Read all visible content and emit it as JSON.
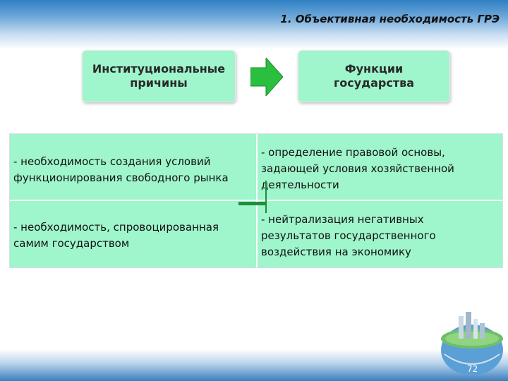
{
  "slide": {
    "title": "1. Объективная необходимость ГРЭ",
    "page_number": "72"
  },
  "header_boxes": {
    "left": "Институциональные\nпричины",
    "right": "Функции\nгосударства"
  },
  "table": {
    "rows": [
      {
        "left": "- необходимость создания условий\nфункционирования свободного рынка",
        "right": "- определение правовой основы,\nзадающей условия хозяйственной\nдеятельности"
      },
      {
        "left": "- необходимость, спровоцированная\nсамим государством",
        "right": "- нейтрализация негативных\nрезультатов государственного\nвоздействия на экономику"
      }
    ]
  },
  "icons": [
    "arrow-right-icon",
    "connector-icon",
    "globe-city-icon"
  ],
  "colors": {
    "box_fill": "#9ff5cc",
    "arrow_green": "#2bbf3f",
    "connector_green": "#1f8f3a",
    "band_blue": "#2f7fc4"
  }
}
